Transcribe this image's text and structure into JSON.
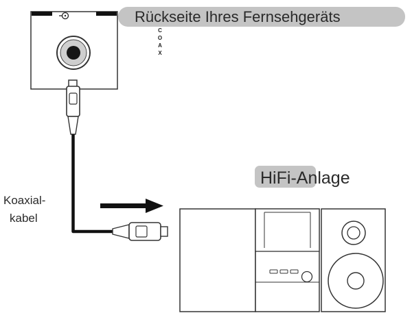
{
  "tv": {
    "caption": "Rückseite Ihres Fernsehgeräts",
    "port_letters": [
      "C",
      "O",
      "A",
      "X"
    ]
  },
  "hifi": {
    "caption_highlight": "HiFi",
    "caption_rest": "-Anlage"
  },
  "cable": {
    "line1": "Koaxial-",
    "line2": "kabel"
  },
  "colors": {
    "highlight": "#c4c4c4",
    "outline": "#333333",
    "cable": "#111111"
  }
}
